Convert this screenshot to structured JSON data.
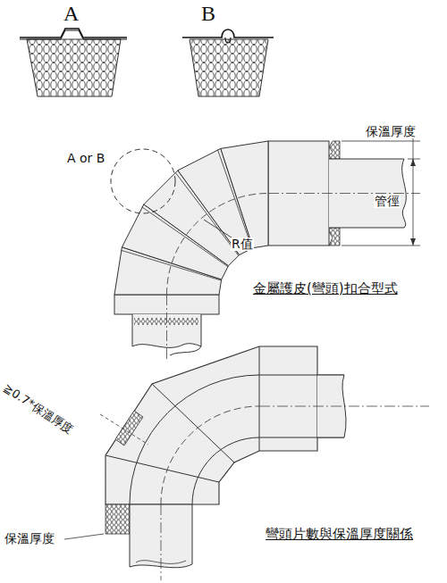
{
  "diagram": {
    "labels": [
      "A",
      "B",
      "A or B",
      "保溫厚度",
      "管徑",
      "R值",
      "金屬護皮(彎頭)扣合型式",
      "≧0.7*保溫厚度",
      "保溫厚度",
      "彎頭片數與保溫厚度關係"
    ]
  }
}
